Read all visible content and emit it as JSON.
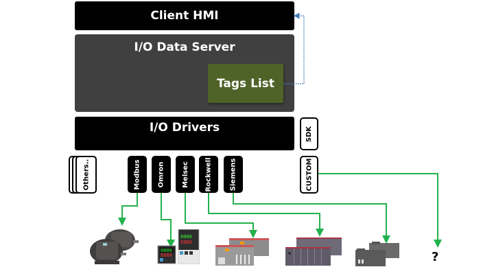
{
  "diagram": {
    "client_hmi": "Client HMI",
    "data_server": "I/O Data Server",
    "tags_list": "Tags List",
    "io_drivers": "I/O Drivers",
    "sdk": "SDK",
    "custom": "CUSTOM",
    "others": "Others..",
    "drivers": [
      {
        "label": "Modbus",
        "target": "Electric motors"
      },
      {
        "label": "Omron",
        "target": "Temperature controllers"
      },
      {
        "label": "Melsec",
        "target": "Modular PLC racks"
      },
      {
        "label": "Rockwell",
        "target": "Rack PLC chassis"
      },
      {
        "label": "Siemens",
        "target": "Compact PLCs"
      }
    ],
    "unknown_device": "?",
    "colors": {
      "black_box": "#000000",
      "server_box": "#404040",
      "tags_box": "#4f6228",
      "connector": "#22b14c",
      "tags_link": "#4a7ebb"
    }
  }
}
